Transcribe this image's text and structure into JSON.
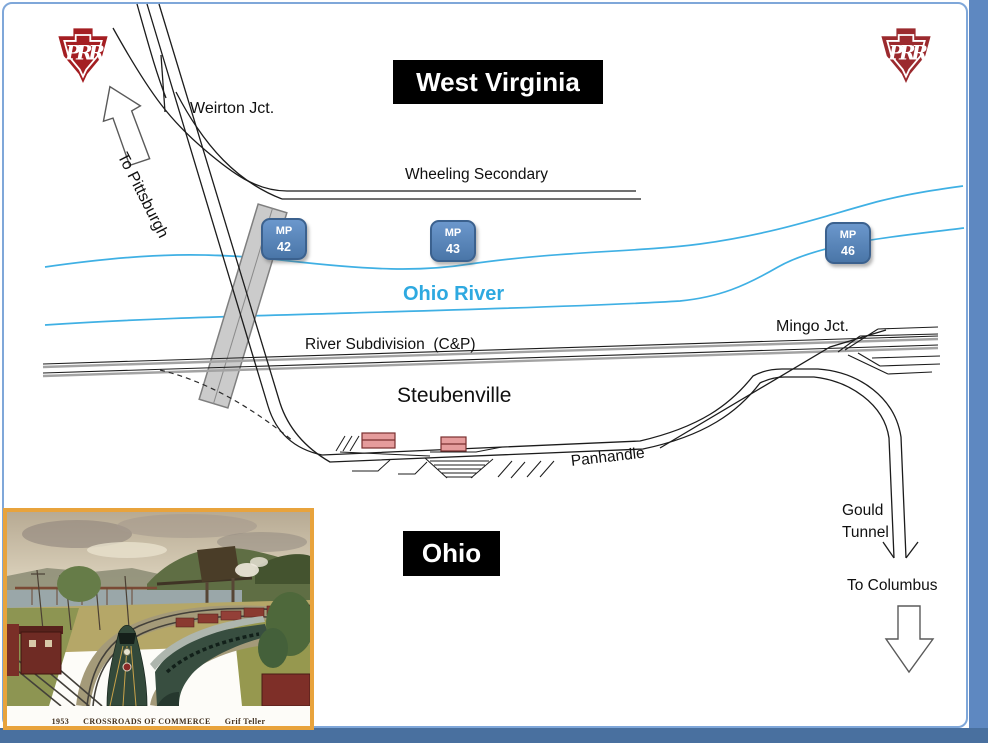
{
  "labels": {
    "west_virginia": "West Virginia",
    "ohio": "Ohio",
    "weirton_jct": "Weirton Jct.",
    "to_pittsburgh": "To Pittsburgh",
    "wheeling_secondary": "Wheeling Secondary",
    "ohio_river": "Ohio River",
    "river_subdivision": "River Subdivision  (C&P)",
    "mingo_jct": "Mingo Jct.",
    "steubenville": "Steubenville",
    "panhandle": "Panhandle",
    "gould_line1": "Gould",
    "gould_line2": "Tunnel",
    "to_columbus": "To Columbus"
  },
  "mileposts": [
    {
      "label": "MP",
      "number": "42"
    },
    {
      "label": "MP",
      "number": "43"
    },
    {
      "label": "MP",
      "number": "46"
    }
  ],
  "logo": {
    "letters": "PRR"
  },
  "painting": {
    "caption_year": "1953",
    "caption_title": "CROSSROADS OF COMMERCE",
    "caption_artist": "Grif Teller"
  },
  "colors": {
    "river_blue": "#3fb0e4",
    "river_label_blue": "#2ea9e0",
    "milepost_fill": "#4f81bd",
    "milepost_border": "#3b618e",
    "prr_red": "#a41e22",
    "state_label_bg": "#000000",
    "page_border_blue": "#7fa7d9",
    "backdrop_blue": "#5e88c1",
    "yard_building_pink": "#e59c9c",
    "painting_frame_gold": "#e8a33c"
  }
}
